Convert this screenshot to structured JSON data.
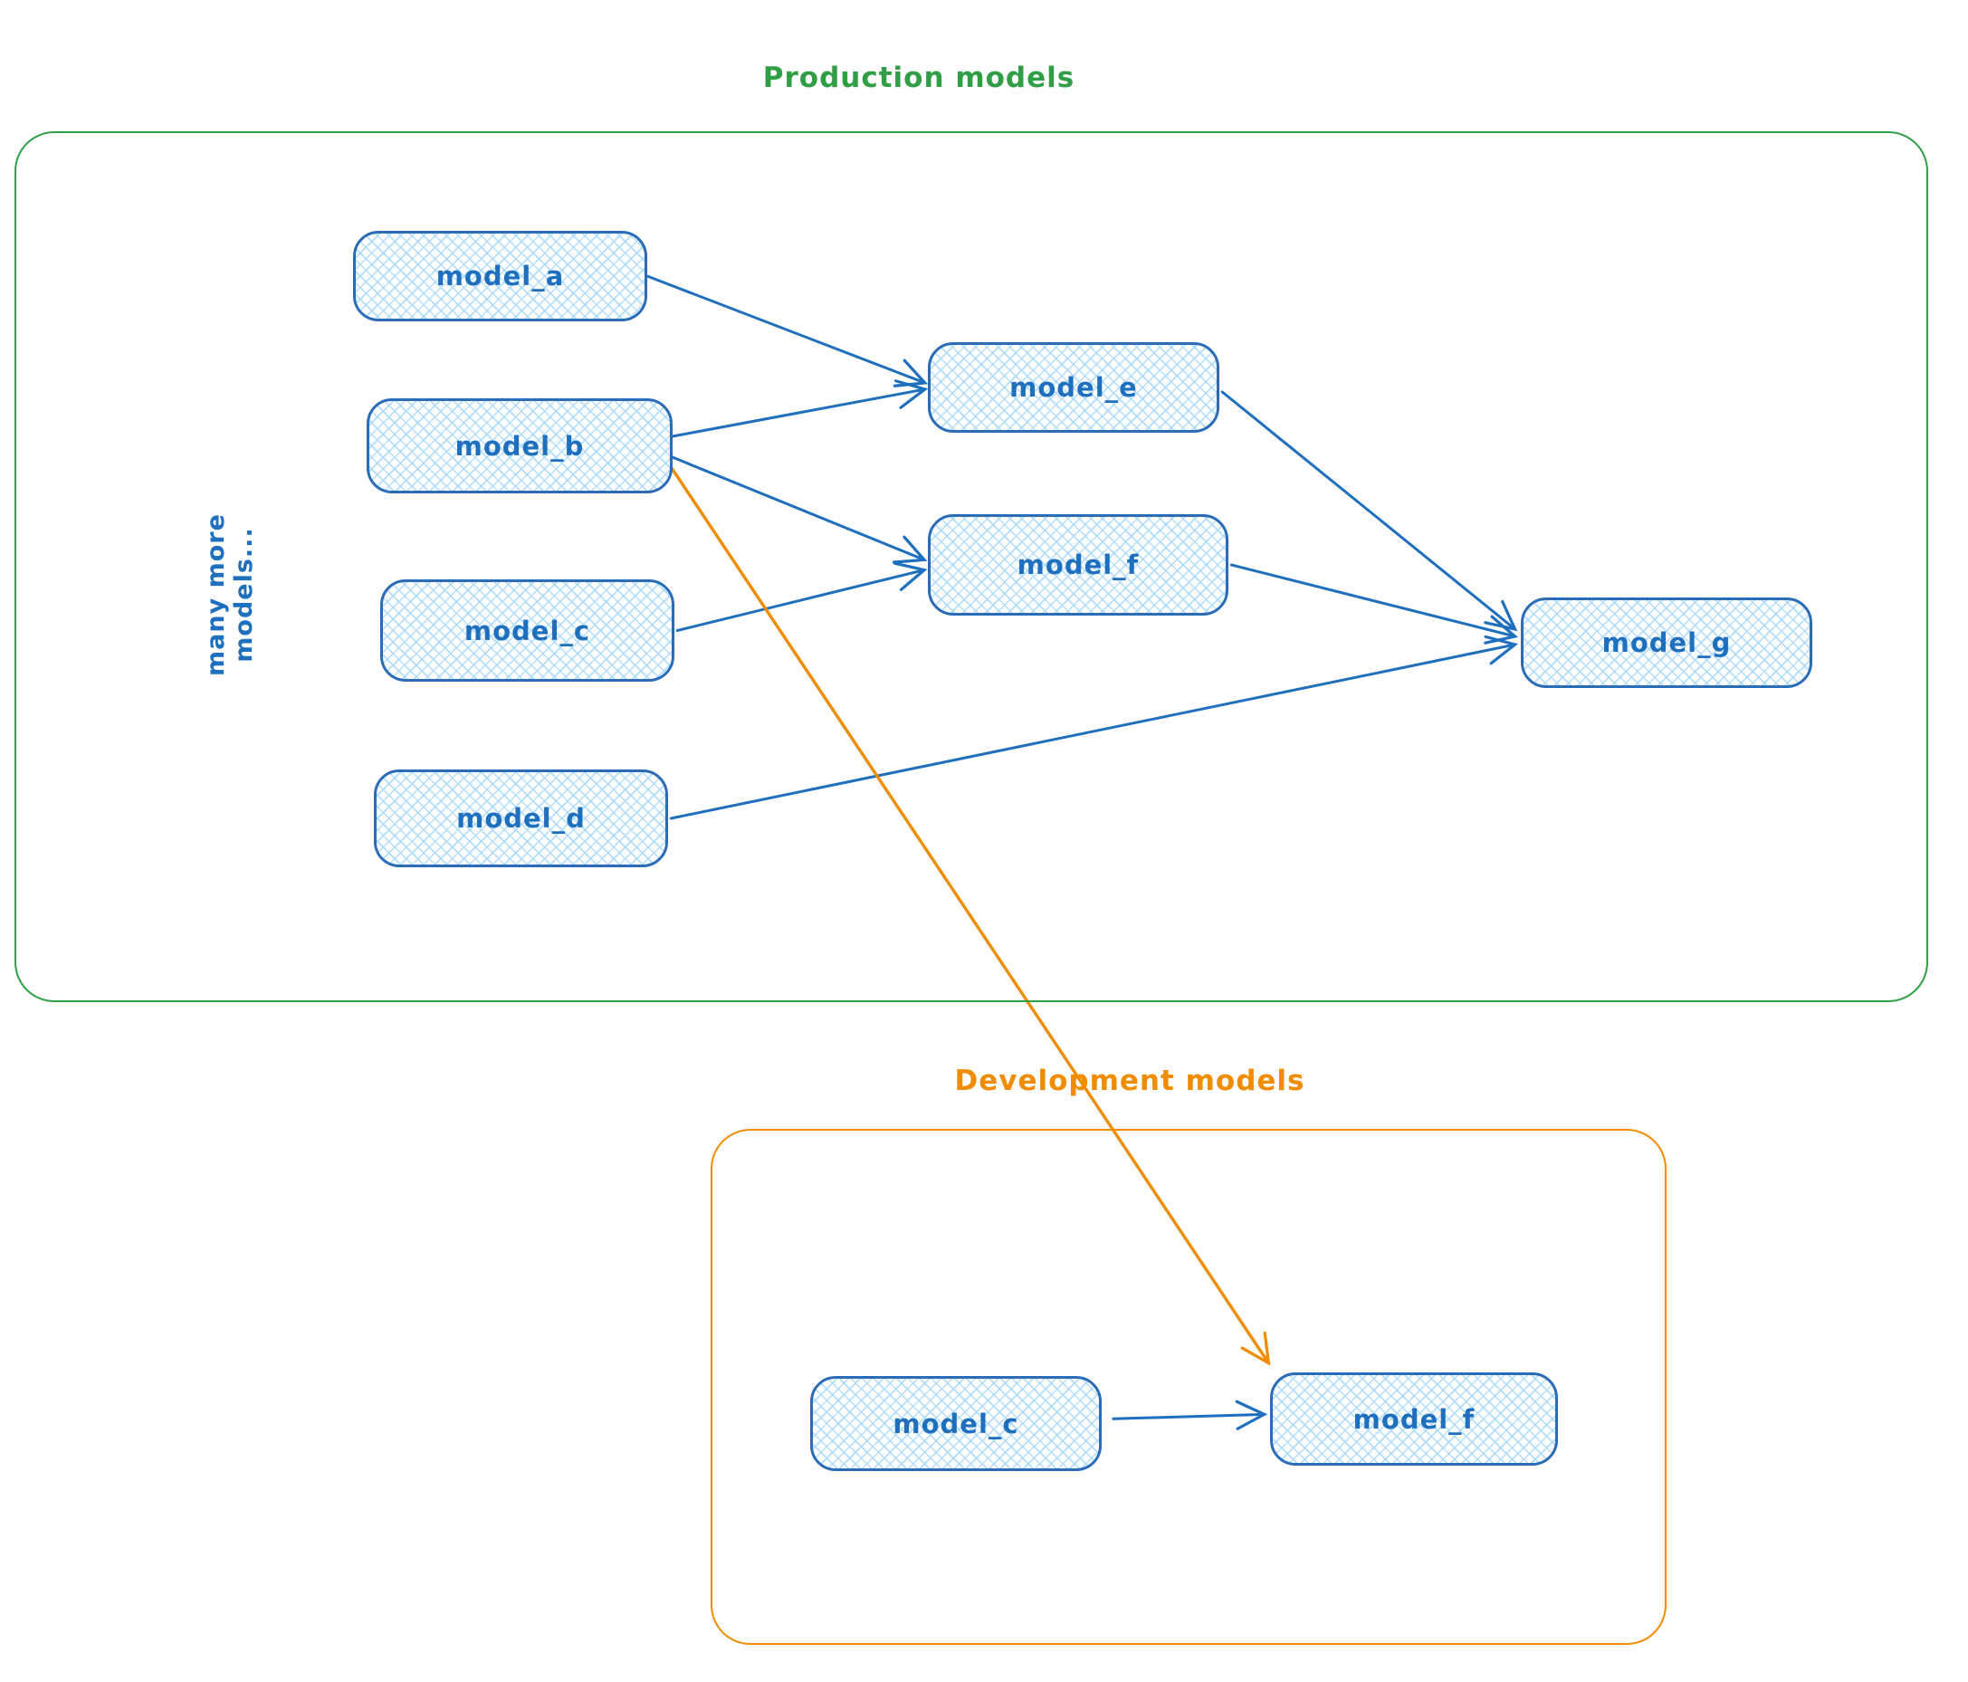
{
  "colors": {
    "blue": "#1f6fbf",
    "light_blue": "#a5d8ff",
    "green": "#2f9e44",
    "orange": "#f08c00"
  },
  "production": {
    "title": "Production models",
    "side_label": "many more models...",
    "nodes": [
      {
        "id": "prod_a",
        "label": "model_a"
      },
      {
        "id": "prod_b",
        "label": "model_b"
      },
      {
        "id": "prod_c",
        "label": "model_c"
      },
      {
        "id": "prod_d",
        "label": "model_d"
      },
      {
        "id": "prod_e",
        "label": "model_e"
      },
      {
        "id": "prod_f",
        "label": "model_f"
      },
      {
        "id": "prod_g",
        "label": "model_g"
      }
    ]
  },
  "development": {
    "title": "Development models",
    "nodes": [
      {
        "id": "dev_c",
        "label": "model_c"
      },
      {
        "id": "dev_f",
        "label": "model_f"
      }
    ]
  },
  "edges": [
    {
      "from": "prod_a",
      "to": "prod_e",
      "color": "blue"
    },
    {
      "from": "prod_b",
      "to": "prod_e",
      "color": "blue"
    },
    {
      "from": "prod_b",
      "to": "prod_f",
      "color": "blue"
    },
    {
      "from": "prod_c",
      "to": "prod_f",
      "color": "blue"
    },
    {
      "from": "prod_e",
      "to": "prod_g",
      "color": "blue"
    },
    {
      "from": "prod_f",
      "to": "prod_g",
      "color": "blue"
    },
    {
      "from": "prod_d",
      "to": "prod_g",
      "color": "blue"
    },
    {
      "from": "dev_c",
      "to": "dev_f",
      "color": "blue"
    },
    {
      "from": "prod_b",
      "to": "dev_f",
      "color": "orange"
    }
  ]
}
